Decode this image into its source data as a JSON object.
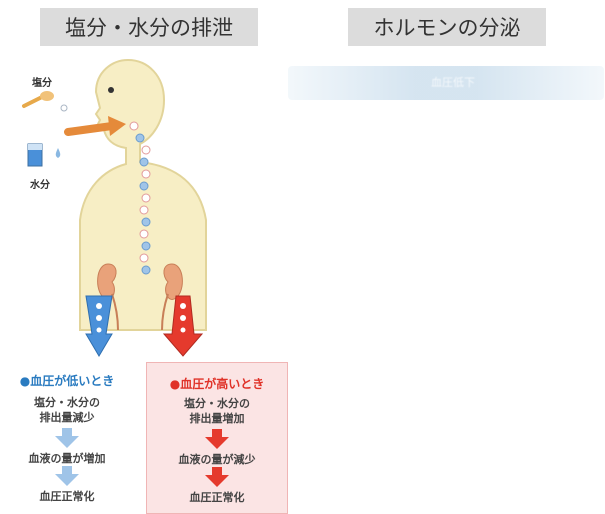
{
  "titles": {
    "left": "塩分・水分の排泄",
    "right": "ホルモンの分泌"
  },
  "labels": {
    "salt": "塩分",
    "water": "水分"
  },
  "blurred_text": "血圧低下",
  "panels": {
    "low": {
      "head": "●血圧が低いとき",
      "line1": "塩分・水分の",
      "line2": "排出量減少",
      "step2": "血液の量が増加",
      "step3": "血圧正常化"
    },
    "high": {
      "head": "●血圧が高いとき",
      "line1": "塩分・水分の",
      "line2": "排出量増加",
      "step2": "血液の量が減少",
      "step3": "血圧正常化"
    }
  },
  "colors": {
    "body": "#f7eec5",
    "body_outline": "#e2d49a",
    "intake_arrow": "#e58a3a",
    "low_arrow": "#4a90d9",
    "high_arrow": "#e53a2d",
    "kidney": "#e9a27a"
  }
}
